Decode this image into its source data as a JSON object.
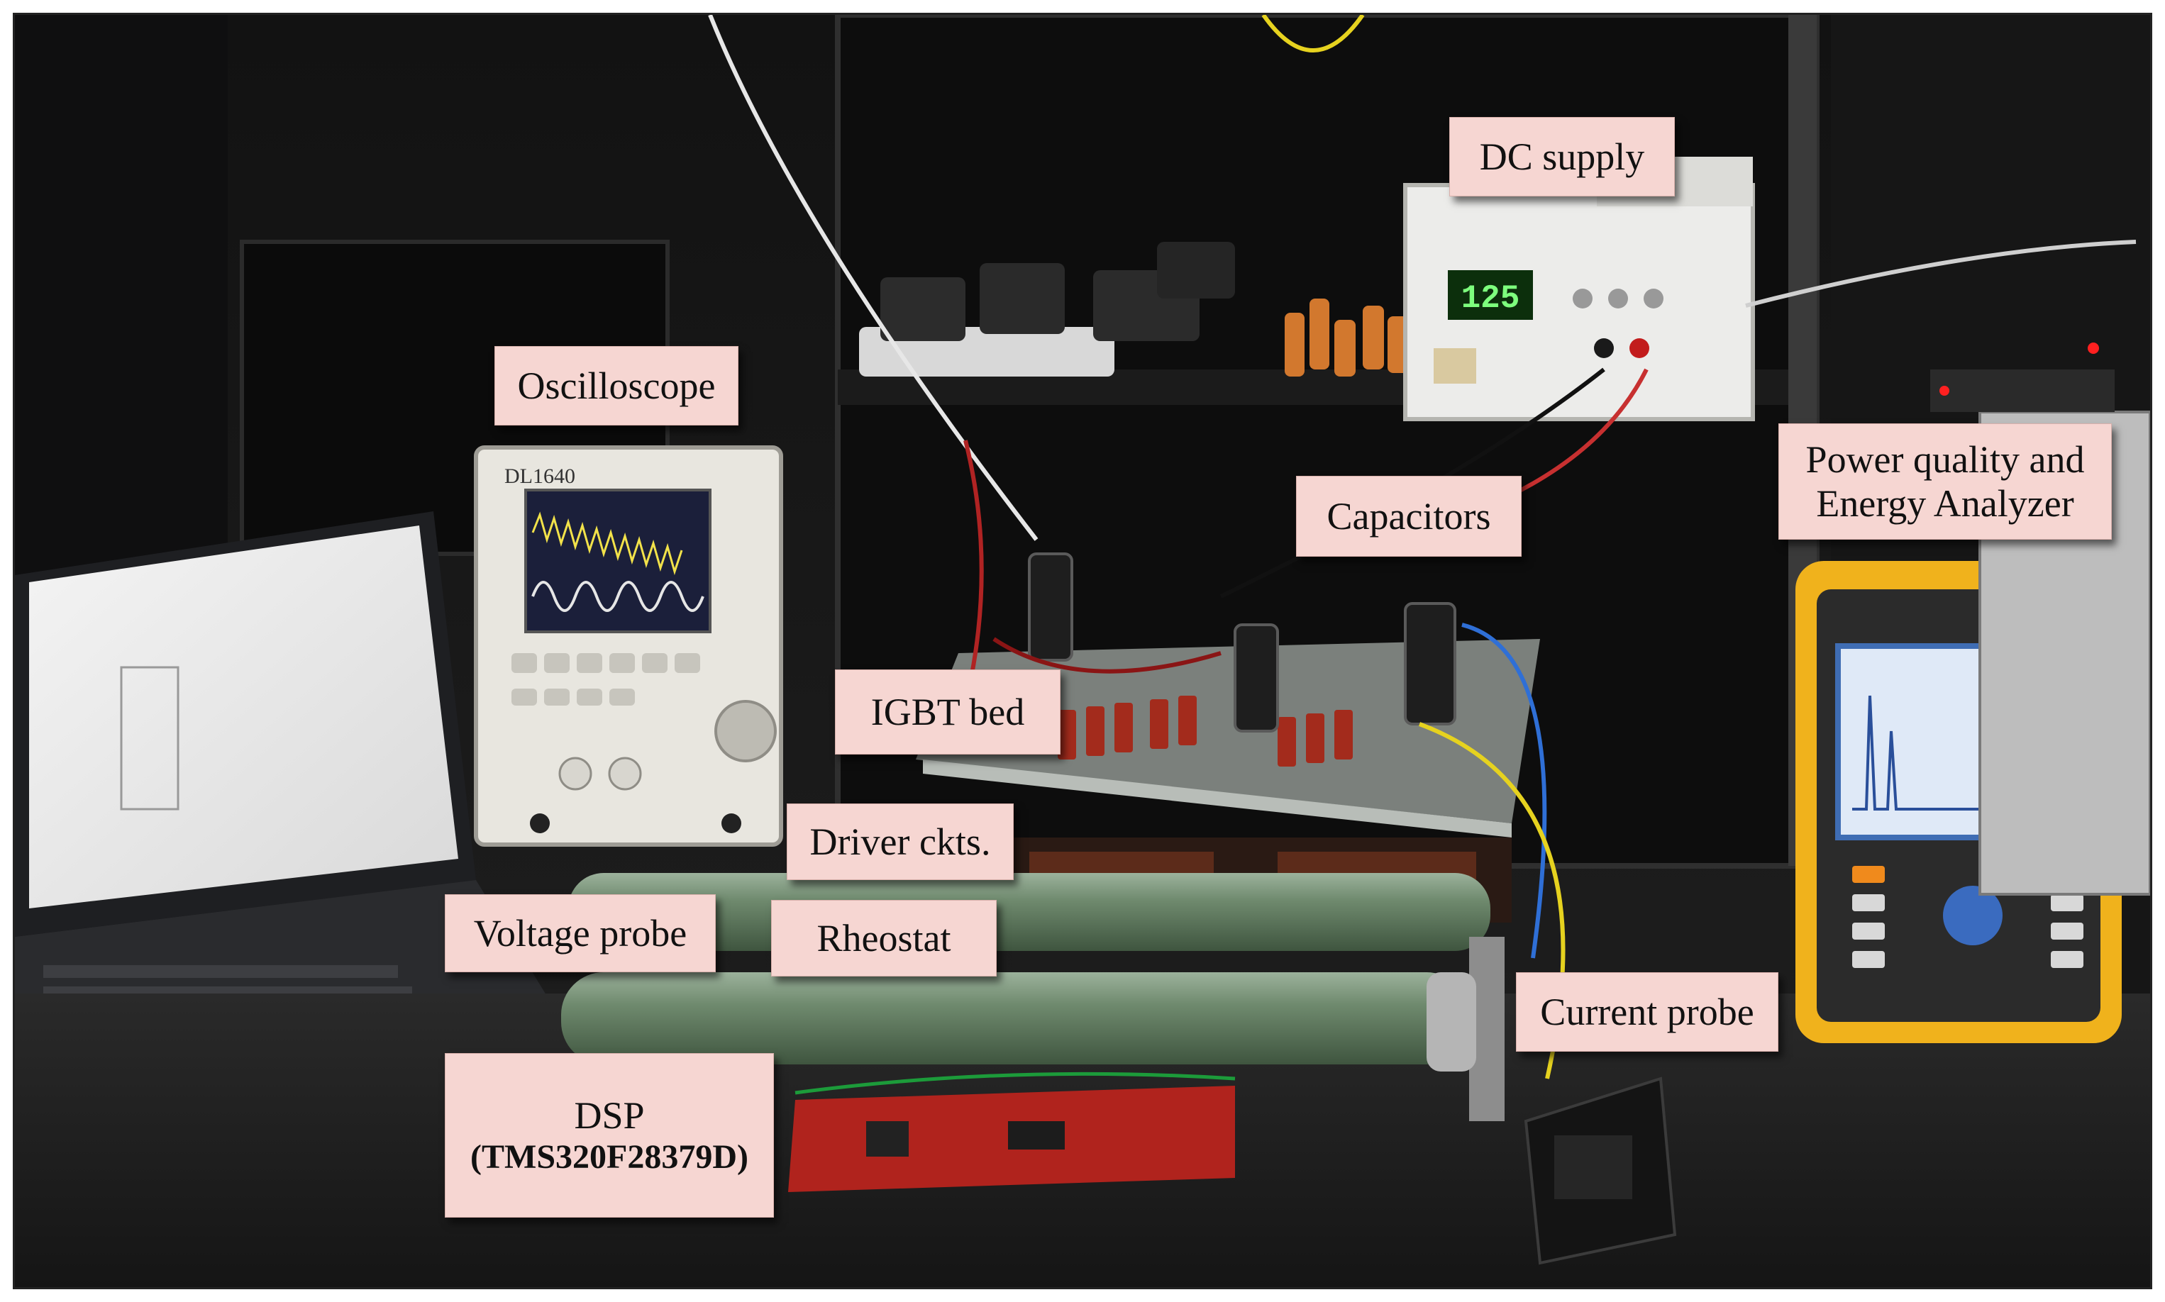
{
  "labels": {
    "dc_supply": "DC supply",
    "oscilloscope": "Oscilloscope",
    "capacitors": "Capacitors",
    "power_quality_line1": "Power quality and",
    "power_quality_line2": "Energy Analyzer",
    "igbt_bed": "IGBT bed",
    "driver_ckts": "Driver ckts.",
    "voltage_probe": "Voltage probe",
    "rheostat": "Rheostat",
    "current_probe": "Current probe",
    "dsp_line1": "DSP",
    "dsp_line2": "(TMS320F28379D)"
  },
  "device_text": {
    "dc_display": "125",
    "oscilloscope_model": "DL1640"
  }
}
